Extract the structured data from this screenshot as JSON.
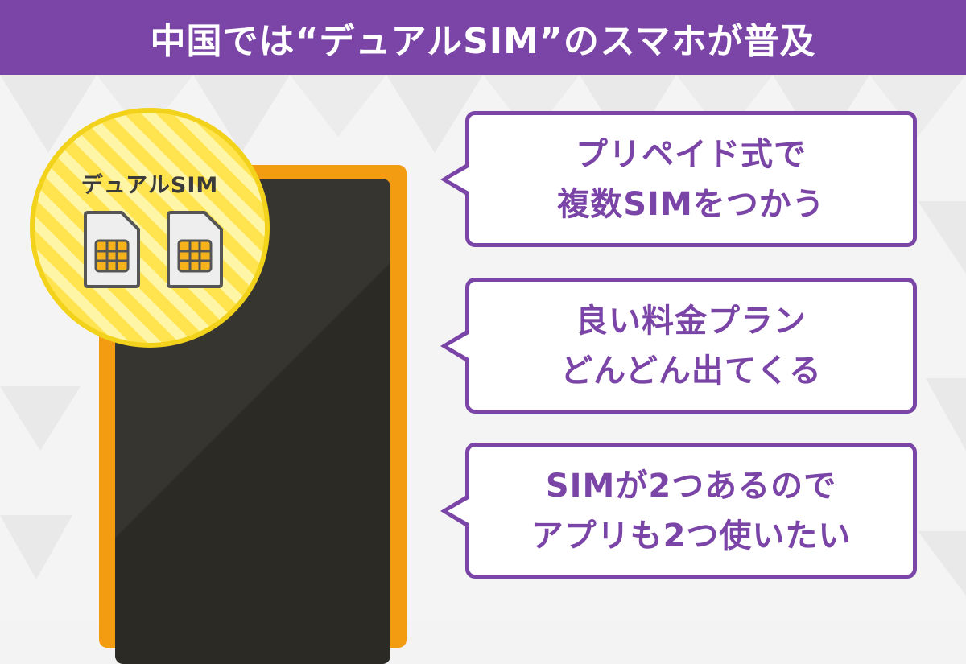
{
  "header": {
    "title": "中国では“デュアルSIM”のスマホが普及"
  },
  "badge": {
    "title": "デュアルSIM"
  },
  "bubbles": [
    {
      "line1": "プリペイド式で",
      "line2": "複数SIMをつかう"
    },
    {
      "line1": "良い料金プラン",
      "line2": "どんどん出てくる"
    },
    {
      "line1": "SIMが2つあるので",
      "line2": "アプリも2つ使いたい"
    }
  ],
  "colors": {
    "accent_purple": "#7a45a7",
    "phone_orange": "#f39c12",
    "badge_yellow": "#ffe34f",
    "screen_dark": "#2c2a25"
  },
  "icons": [
    "sim-card-icon",
    "sim-card-icon"
  ]
}
